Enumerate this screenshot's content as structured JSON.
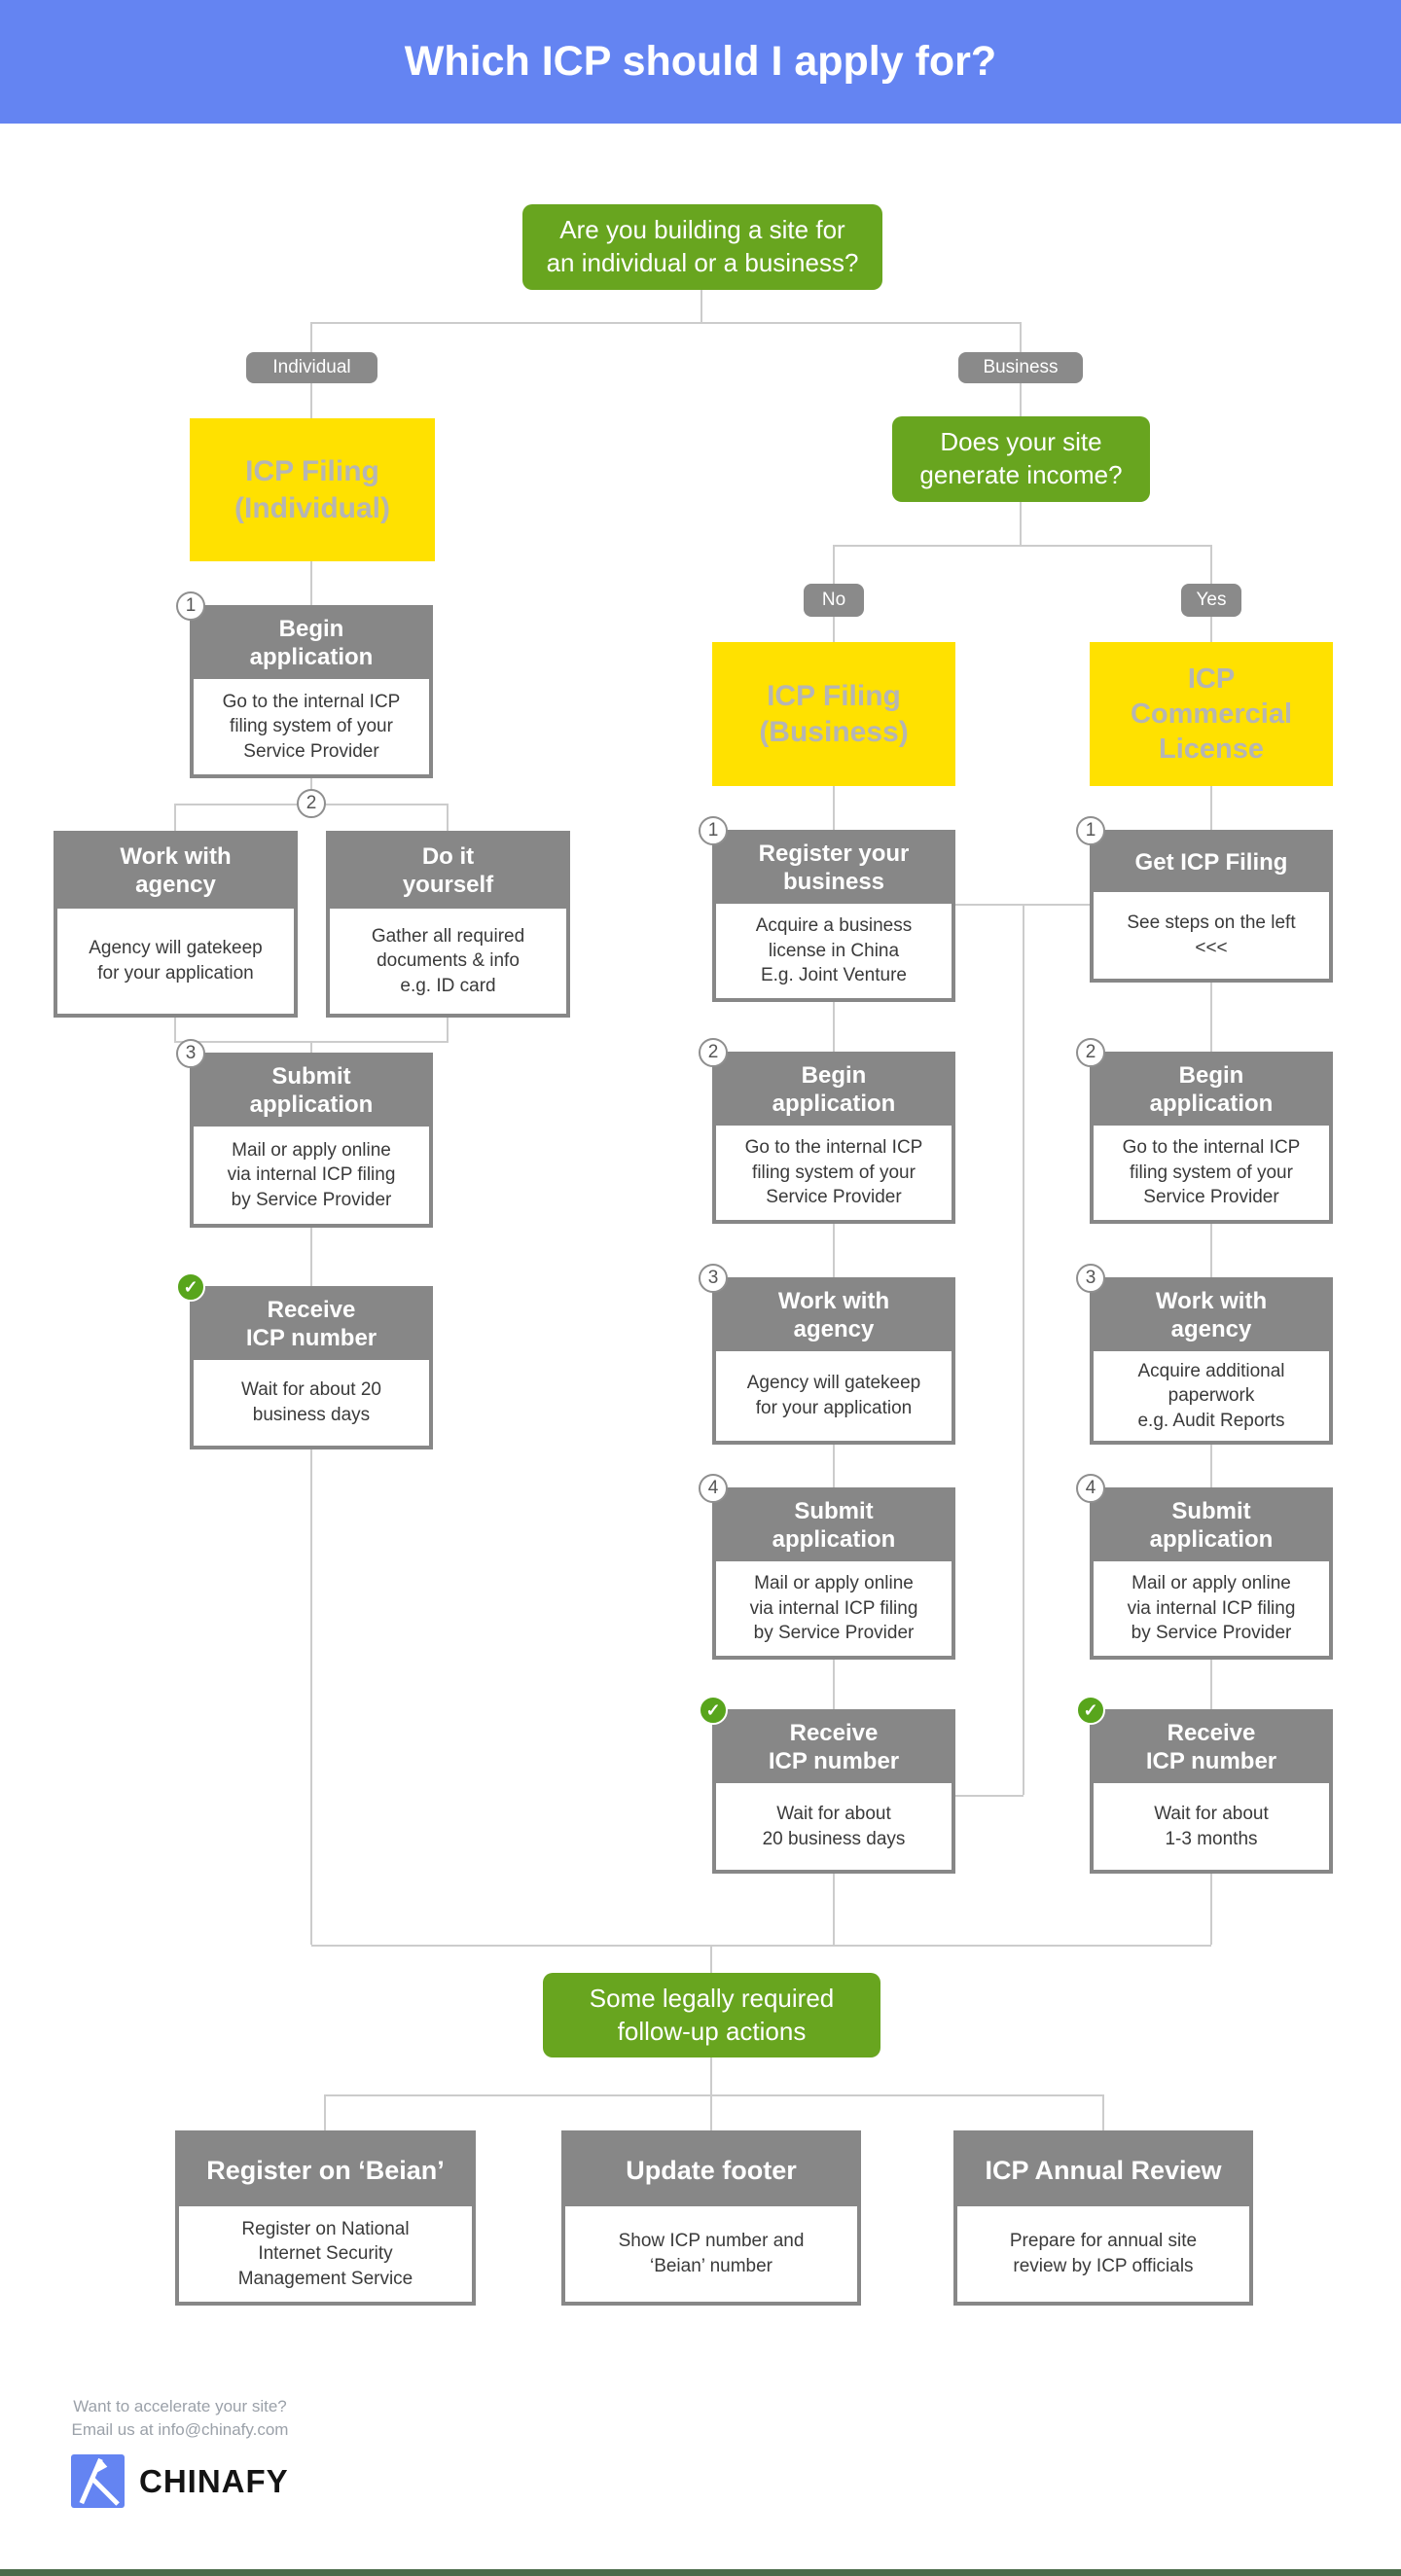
{
  "title": "Which ICP should I apply for?",
  "questions": {
    "q1": "Are you building a site for\nan individual or a business?",
    "q2": "Does your site\ngenerate income?",
    "followup": "Some legally required\nfollow-up actions"
  },
  "branch_labels": {
    "individual": "Individual",
    "business": "Business",
    "no": "No",
    "yes": "Yes"
  },
  "outcomes": {
    "individual": "ICP Filing\n(Individual)",
    "business": "ICP Filing\n(Business)",
    "commercial": "ICP\nCommercial\nLicense"
  },
  "left_branch_badge": "2",
  "left_steps": [
    {
      "num": "1",
      "title": "Begin\napplication",
      "body": "Go to the internal ICP\nfiling system of your\nService Provider"
    },
    {
      "title": "Work with\nagency",
      "body": "Agency will gatekeep\nfor your application"
    },
    {
      "title": "Do it\nyourself",
      "body": "Gather all required\ndocuments & info\ne.g. ID card"
    },
    {
      "num": "3",
      "title": "Submit\napplication",
      "body": "Mail or apply online\nvia internal ICP filing\nby Service Provider"
    },
    {
      "title": "Receive\nICP number",
      "body": "Wait for about 20\nbusiness days"
    }
  ],
  "mid_steps": [
    {
      "num": "1",
      "title": "Register your\nbusiness",
      "body": "Acquire a business\nlicense in China\nE.g. Joint Venture"
    },
    {
      "num": "2",
      "title": "Begin\napplication",
      "body": "Go to the internal ICP\nfiling system of your\nService Provider"
    },
    {
      "num": "3",
      "title": "Work with\nagency",
      "body": "Agency will gatekeep\nfor your application"
    },
    {
      "num": "4",
      "title": "Submit\napplication",
      "body": "Mail or apply online\nvia internal ICP filing\nby Service Provider"
    },
    {
      "title": "Receive\nICP number",
      "body": "Wait for about\n20 business days"
    }
  ],
  "right_steps": [
    {
      "num": "1",
      "title": "Get ICP Filing",
      "body": "See steps on the left\n<<<"
    },
    {
      "num": "2",
      "title": "Begin\napplication",
      "body": "Go to the internal ICP\nfiling system of your\nService Provider"
    },
    {
      "num": "3",
      "title": "Work with\nagency",
      "body": "Acquire additional\npaperwork\ne.g. Audit Reports"
    },
    {
      "num": "4",
      "title": "Submit\napplication",
      "body": "Mail or apply online\nvia internal ICP filing\nby Service Provider"
    },
    {
      "title": "Receive\nICP number",
      "body": "Wait for about\n1-3 months"
    }
  ],
  "followup_actions": [
    {
      "title": "Register on ‘Beian’",
      "body": "Register on National\nInternet Security\nManagement Service"
    },
    {
      "title": "Update footer",
      "body": "Show ICP number and\n‘Beian’ number"
    },
    {
      "title": "ICP Annual Review",
      "body": "Prepare for annual site\nreview by ICP officials"
    }
  ],
  "icons": {
    "check": "✓"
  },
  "footer": {
    "tagline": "Want to accelerate your site?\nEmail us at info@chinafy.com",
    "brand": "CHINAFY"
  },
  "colors": {
    "header_bg": "#6484f2",
    "green": "#68a51f",
    "check_green": "#58a51c",
    "yellow": "#ffe100",
    "yellow_text": "#b5b5b5",
    "card_gray": "#878787",
    "tag_gray": "#8a8a8a",
    "line_gray": "#cccccc",
    "footer_bar_green": "#4a6b4a",
    "logo_blue": "#6484f2"
  }
}
